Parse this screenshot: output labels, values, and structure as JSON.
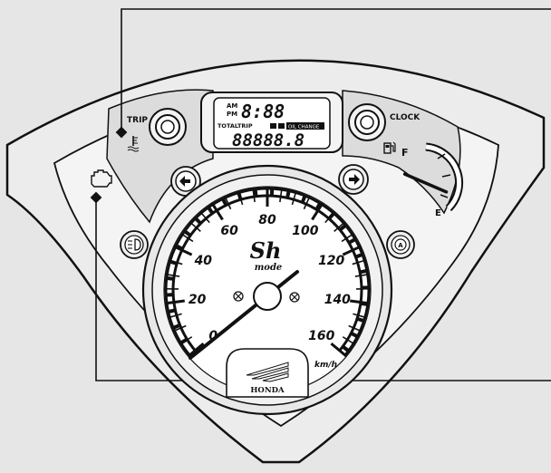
{
  "labels": {
    "trip": "TRIP",
    "clock": "CLOCK",
    "lcd_am": "AM",
    "lcd_pm": "PM",
    "lcd_time": "8:88",
    "lcd_totaltrip": "TOTALTRIP",
    "lcd_oil": "OIL CHANGE",
    "lcd_odometer": "88888.8",
    "fuel_full": "F",
    "fuel_empty": "E",
    "brand_sh": "Sh",
    "brand_mode": "mode",
    "unit": "km/h",
    "honda": "HONDA"
  },
  "speedometer": {
    "min": 0,
    "max": 160,
    "ticks": [
      "0",
      "20",
      "40",
      "60",
      "80",
      "100",
      "120",
      "140",
      "160"
    ]
  },
  "fuel_level_fraction": 0.35,
  "indicators": [
    "coolant-temperature-icon",
    "check-engine-icon",
    "turn-left-icon",
    "turn-right-icon",
    "headlight-icon",
    "abs-icon",
    "fuel-pump-icon"
  ]
}
